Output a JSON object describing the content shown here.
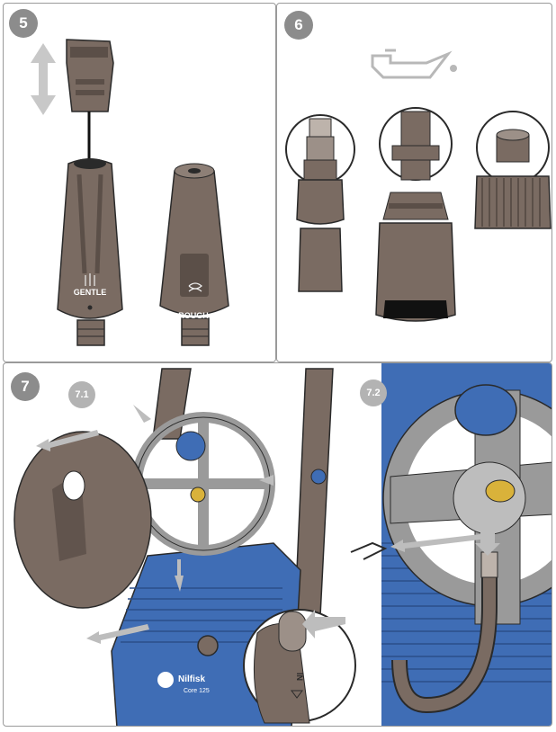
{
  "steps": {
    "s5": {
      "number": "5",
      "nozzle_labels": {
        "left": "GENTLE",
        "right": "ROUGH"
      }
    },
    "s6": {
      "number": "6"
    },
    "s7": {
      "number": "7",
      "sub_a": "7.1",
      "sub_b": "7.2"
    }
  },
  "brand": {
    "name": "Nilfisk",
    "model": "Core 125",
    "dial_lock": "IN"
  },
  "colors": {
    "body_gray": "#7a6b62",
    "body_gray_dark": "#5b4f48",
    "machine_blue": "#3f6db5",
    "machine_blue_dark": "#2b4f8a",
    "badge": "#8c8c8c",
    "brass": "#d9b23a",
    "arrow_gray": "#bdbdbd"
  },
  "icons": [
    "up-down-arrow-icon",
    "oil-can-icon",
    "left-arrow-icon",
    "push-arrow-icon",
    "lock-symbol-icon"
  ]
}
